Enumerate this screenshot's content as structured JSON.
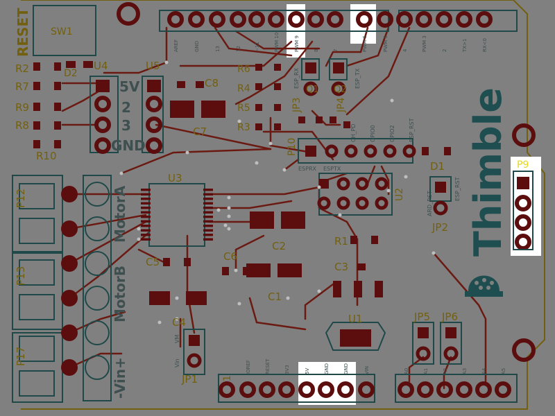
{
  "colors": {
    "board": "#808080",
    "trace": "#6b1a12",
    "pad": "#5c0e0e",
    "silk_dark": "#1f4848",
    "silk_yellow": "#7a6a10",
    "highlight": "#ffffff",
    "p9_label": "#e6d81a",
    "brand": "#1e4e4f"
  },
  "brand": {
    "text": "Thimble"
  },
  "labels": {
    "reset": "RESET",
    "sw1": "SW1",
    "r2": "R2",
    "r7": "R7",
    "r9": "R9",
    "r8": "R8",
    "r10": "R10",
    "d2": "D2",
    "u4": "U4",
    "u5": "U5",
    "c8": "C8",
    "c7": "C7",
    "v5": "5V",
    "n2": "2",
    "n3": "3",
    "gnd": "GND",
    "r6": "R6",
    "r4": "R4",
    "r5": "R5",
    "r3": "R3",
    "jp3": "JP3",
    "jp4": "JP4",
    "q1": "Q1",
    "q2": "Q2",
    "esp_rx": "ESP_RX",
    "esp_tx": "ESP_TX",
    "p10": "P10",
    "esprx": "ESPRX",
    "esptx": "ESPTX",
    "ch_pd": "CH_PD",
    "gpio0": "GPIO0",
    "gpio2": "GPIO2",
    "esp_rst": "ESP_RST",
    "d1": "D1",
    "u2": "U2",
    "ard_rst": "ARD_RST",
    "esp_rst2": "ESP_RST",
    "jp2": "JP2",
    "p9": "P9",
    "u3": "U3",
    "p12": "P12",
    "p13": "P13",
    "p17": "P17",
    "motora": "MotorA",
    "motorb": "MotorB",
    "vin_label": "-Vin+",
    "c5": "C5",
    "c6": "C6",
    "c2": "C2",
    "c1": "C1",
    "c3": "C3",
    "c4": "C4",
    "r1": "R1",
    "u1": "U1",
    "jp1": "JP1",
    "vin_small": "Vin",
    "vm_small": "VM",
    "jp5": "JP5",
    "jp6": "JP6",
    "one": "1"
  },
  "top_header_labels": [
    "AREF",
    "GND",
    "13",
    "12",
    "~11",
    "PWM 10",
    "PWM 9",
    "8",
    "7",
    "PWM 6",
    "PWM 5",
    "4",
    "PWM 3",
    "2",
    "TX>1",
    "RX<0"
  ],
  "power_header_labels": [
    "IOREF",
    "RESET",
    "3V3",
    "5V",
    "GND",
    "GND",
    "VIN"
  ],
  "analog_header_labels": [
    "A0",
    "A1",
    "A2",
    "A3",
    "A4",
    "A5"
  ]
}
